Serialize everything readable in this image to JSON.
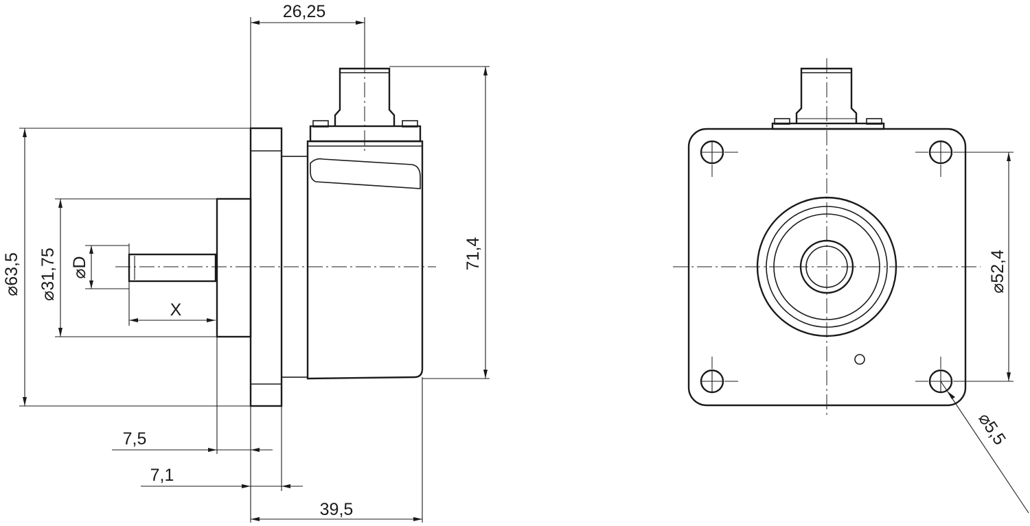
{
  "dimensions": {
    "connector_offset": "26,25",
    "flange_diameter": "63,5",
    "pilot_diameter": "31,75",
    "shaft_diameter": "D",
    "shaft_length": "X",
    "overall_height": "71,4",
    "pilot_depth": "7,5",
    "flange_thickness": "7,1",
    "body_length": "39,5",
    "bolt_circle": "52,4",
    "hole_diameter": "5,5"
  },
  "symbols": {
    "diameter": "⌀"
  }
}
